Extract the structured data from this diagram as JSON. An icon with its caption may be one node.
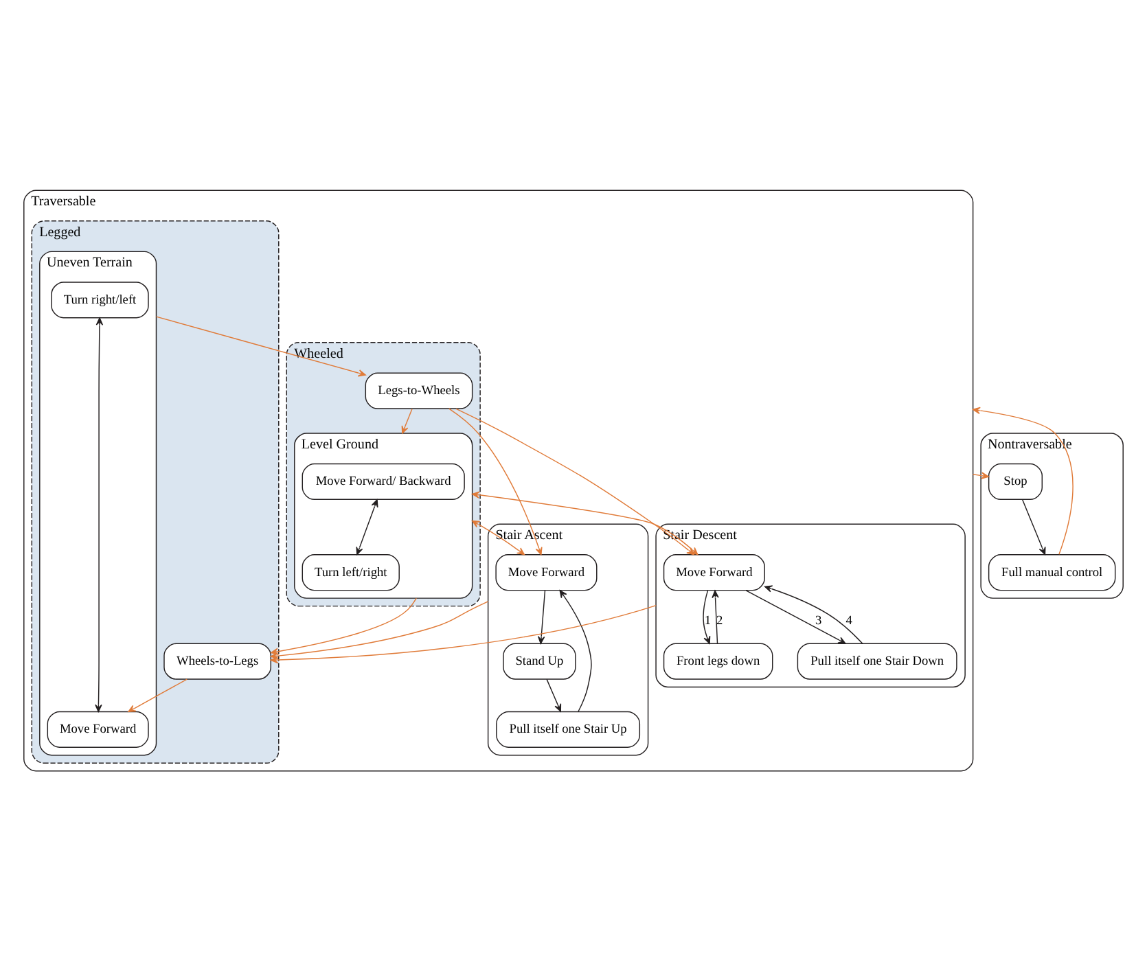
{
  "diagram": {
    "nodes": [
      {
        "text": [
          "Traversable"
        ]
      },
      {
        "text": [
          "Wheeled"
        ],
        "in": 0
      },
      {
        "text": [
          "Legged"
        ],
        "in": 0
      },
      {
        "text": [
          "Level Ground"
        ],
        "in": 1
      },
      {
        "text": [
          "Move Forward/ Backward"
        ],
        "in": 3
      },
      {
        "text": [
          "Turn left/right"
        ],
        "in": 3
      },
      {
        "text": [
          "Uneven Terrain"
        ],
        "in": 2
      },
      {
        "text": [
          "Turn right/left"
        ],
        "in": 6
      },
      {
        "text": [
          "Move Forward"
        ],
        "in": 6
      },
      {
        "text": [
          "Legs-to-Wheels"
        ],
        "in": 1
      },
      {
        "text": [
          "Wheels-to-Legs"
        ],
        "in": 2
      },
      {
        "text": [
          "Stair Ascent"
        ],
        "in": 0
      },
      {
        "text": [
          "Move Forward"
        ],
        "in": 11
      },
      {
        "text": [
          "Stand Up"
        ],
        "in": 11
      },
      {
        "text": [
          "Pull itself one Stair Up"
        ],
        "in": 11
      },
      {
        "text": [
          "Stair Descent"
        ],
        "in": 0
      },
      {
        "text": [
          "Move Forward"
        ],
        "in": 15
      },
      {
        "text": [
          "Front legs down"
        ],
        "in": 15
      },
      {
        "text": [
          "Pull itself one Stair Down"
        ],
        "in": 15
      },
      {
        "text": [
          "Nontraversable"
        ]
      },
      {
        "text": [
          "Stop"
        ],
        "in": 19
      },
      {
        "text": [
          "Full manual control"
        ],
        "in": 19
      }
    ],
    "edges": [
      {
        "from": 4,
        "to": 5,
        "arrow": "both",
        "color": "#231f20"
      },
      {
        "from": 7,
        "to": 8,
        "arrow": "both",
        "color": "#231f20"
      },
      {
        "from": 9,
        "to": 3,
        "arrow": "to"
      },
      {
        "from": 9,
        "to": 12,
        "arrow": "to"
      },
      {
        "from": 9,
        "to": 16,
        "arrow": "to"
      },
      {
        "from": 3,
        "to": 12,
        "arrow": "both"
      },
      {
        "from": 3,
        "to": 16,
        "arrow": "both"
      },
      {
        "from": 3,
        "to": 10,
        "arrow": "to"
      },
      {
        "from": 6,
        "to": 9,
        "arrow": "to"
      },
      {
        "from": 10,
        "to": 8,
        "arrow": "to"
      },
      {
        "from": 11,
        "to": 10,
        "arrow": "to"
      },
      {
        "from": 15,
        "to": 10,
        "arrow": "to"
      },
      {
        "from": 12,
        "to": 13,
        "arrow": "to",
        "color": "#231f20"
      },
      {
        "from": 13,
        "to": 14,
        "arrow": "to",
        "color": "#231f20"
      },
      {
        "from": 14,
        "to": 12,
        "arrow": "to",
        "color": "#231f20"
      },
      {
        "from": 16,
        "to": 17,
        "label": "1",
        "arrow": "to",
        "color": "#231f20"
      },
      {
        "from": 17,
        "to": 16,
        "label": "2",
        "arrow": "to",
        "color": "#231f20"
      },
      {
        "from": 16,
        "to": 18,
        "label": "3",
        "arrow": "to",
        "color": "#231f20"
      },
      {
        "from": 18,
        "to": 16,
        "label": "4",
        "arrow": "to",
        "color": "#231f20"
      },
      {
        "from": 0,
        "to": 20,
        "arrow": "to"
      },
      {
        "from": 21,
        "to": 0,
        "arrow": "to"
      },
      {
        "from": 20,
        "to": 21,
        "arrow": "to",
        "color": "#231f20"
      }
    ]
  }
}
